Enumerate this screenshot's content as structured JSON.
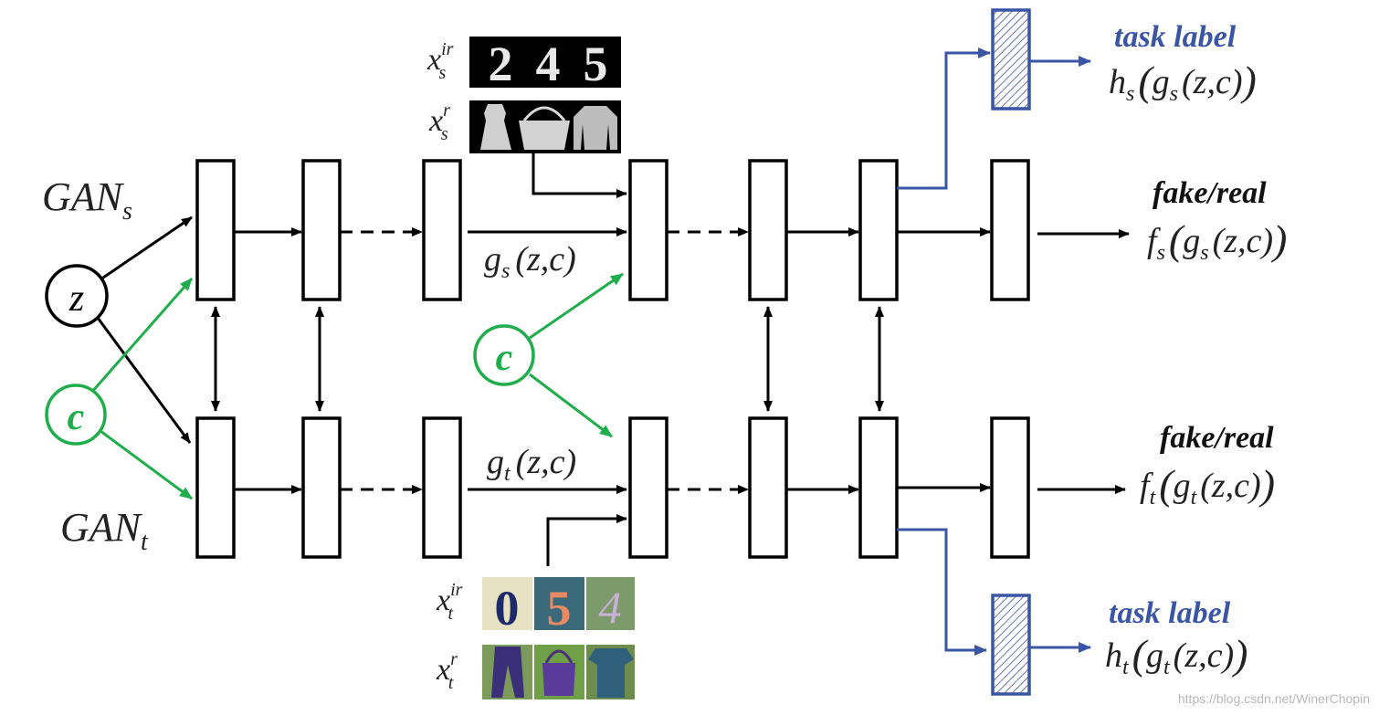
{
  "labels": {
    "gan_s_base": "GAN",
    "gan_s_sub": "s",
    "gan_t_base": "GAN",
    "gan_t_sub": "t",
    "z_node": "z",
    "c_node": "c",
    "task_label_top": "task label",
    "task_label_bottom": "task label",
    "fake_real_top": "fake/real",
    "fake_real_bottom": "fake/real"
  },
  "formulas": {
    "gs": {
      "fn": "g",
      "sub": "s",
      "args": "(z,c)"
    },
    "gt": {
      "fn": "g",
      "sub": "t",
      "args": "(z,c)"
    },
    "fs": {
      "outer": "f",
      "outer_sub": "s",
      "inner": "g",
      "inner_sub": "s",
      "args": "(z,c)"
    },
    "ft": {
      "outer": "f",
      "outer_sub": "t",
      "inner": "g",
      "inner_sub": "t",
      "args": "(z,c)"
    },
    "hs": {
      "outer": "h",
      "outer_sub": "s",
      "inner": "g",
      "inner_sub": "s",
      "args": "(z,c)"
    },
    "ht": {
      "outer": "h",
      "outer_sub": "t",
      "inner": "g",
      "inner_sub": "t",
      "args": "(z,c)"
    }
  },
  "inputs": {
    "xs_ir": {
      "base": "x",
      "sup": "ir",
      "sub": "s",
      "digits": [
        "2",
        "4",
        "5"
      ]
    },
    "xs_r": {
      "base": "x",
      "sup": "r",
      "sub": "s",
      "items": [
        "dress",
        "bag",
        "pullover"
      ]
    },
    "xt_ir": {
      "base": "x",
      "sup": "ir",
      "sub": "t",
      "digits": [
        "0",
        "5",
        "4"
      ]
    },
    "xt_r": {
      "base": "x",
      "sup": "r",
      "sub": "t",
      "items": [
        "trousers",
        "bag",
        "t-shirt"
      ]
    }
  },
  "colors": {
    "green": "#1fae4b",
    "blue": "#3a55a4",
    "black": "#000000"
  },
  "watermark": "https://blog.csdn.net/WinerChopin"
}
